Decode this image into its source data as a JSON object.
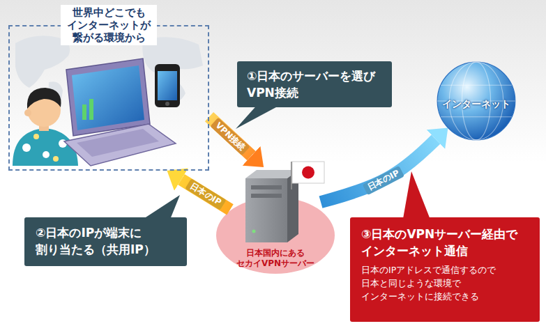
{
  "diagram": {
    "nodes": [
      {
        "text": [
          "世界中どこでも インターネットが 繋がる環境から"
        ]
      },
      {
        "text": [
          "日本国内にある セカイVPNサーバー"
        ]
      },
      {
        "text": [
          "インターネット"
        ]
      },
      {
        "text": [
          "①日本のサーバーを選び VPN接続"
        ]
      },
      {
        "text": [
          "②日本のIPが端末に 割り当たる（共用IP）"
        ]
      },
      {
        "text": [
          "③日本のVPNサーバー経由で インターネット通信",
          "日本のIPアドレスで通信するので 日本と同じような環境で インターネットに接続できる"
        ]
      }
    ],
    "edges": [
      {
        "from": 0,
        "to": 1,
        "arrow": "to",
        "label": "VPN接続"
      },
      {
        "from": 1,
        "to": 0,
        "arrow": "to",
        "label": "日本のIP"
      },
      {
        "from": 1,
        "to": 2,
        "arrow": "to",
        "label": "日本のIP"
      }
    ]
  }
}
